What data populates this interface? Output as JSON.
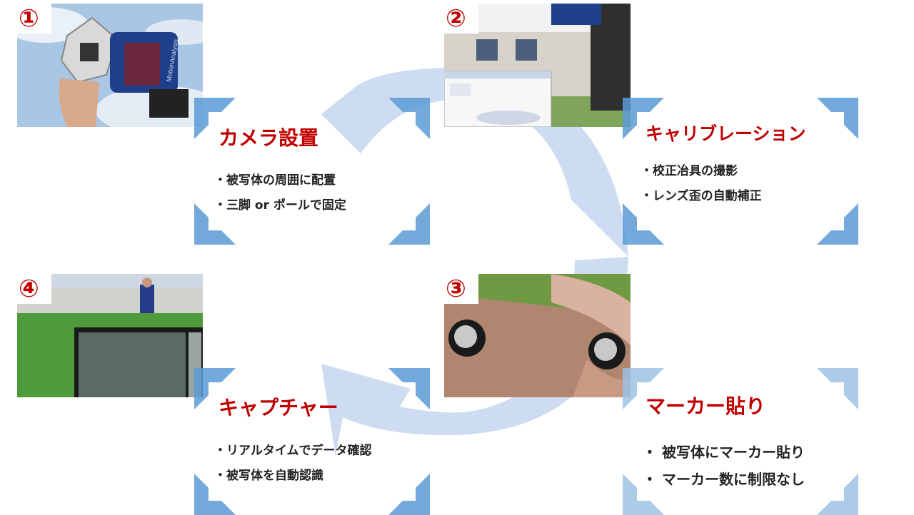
{
  "steps": [
    {
      "number": "①",
      "title": "カメラ設置",
      "bullets": [
        "・被写体の周囲に配置",
        "・三脚 or ポールで固定"
      ]
    },
    {
      "number": "②",
      "title": "キャリブレーション",
      "bullets": [
        "・校正冶具の撮影",
        "・レンズ歪の自動補正"
      ]
    },
    {
      "number": "③",
      "title": "マーカー貼り",
      "bullets": [
        "・ 被写体にマーカー貼り",
        "・ マーカー数に制限なし"
      ]
    },
    {
      "number": "④",
      "title": "キャプチャー",
      "bullets": [
        "・リアルタイムでデータ確認",
        "・被写体を自動認識"
      ]
    }
  ],
  "photo_labels": {
    "camera_brand": "MotionAnalysis"
  },
  "colors": {
    "accent": "#c00000",
    "bracket": "#5b9bd5",
    "cycle": "#c9d8ef"
  }
}
